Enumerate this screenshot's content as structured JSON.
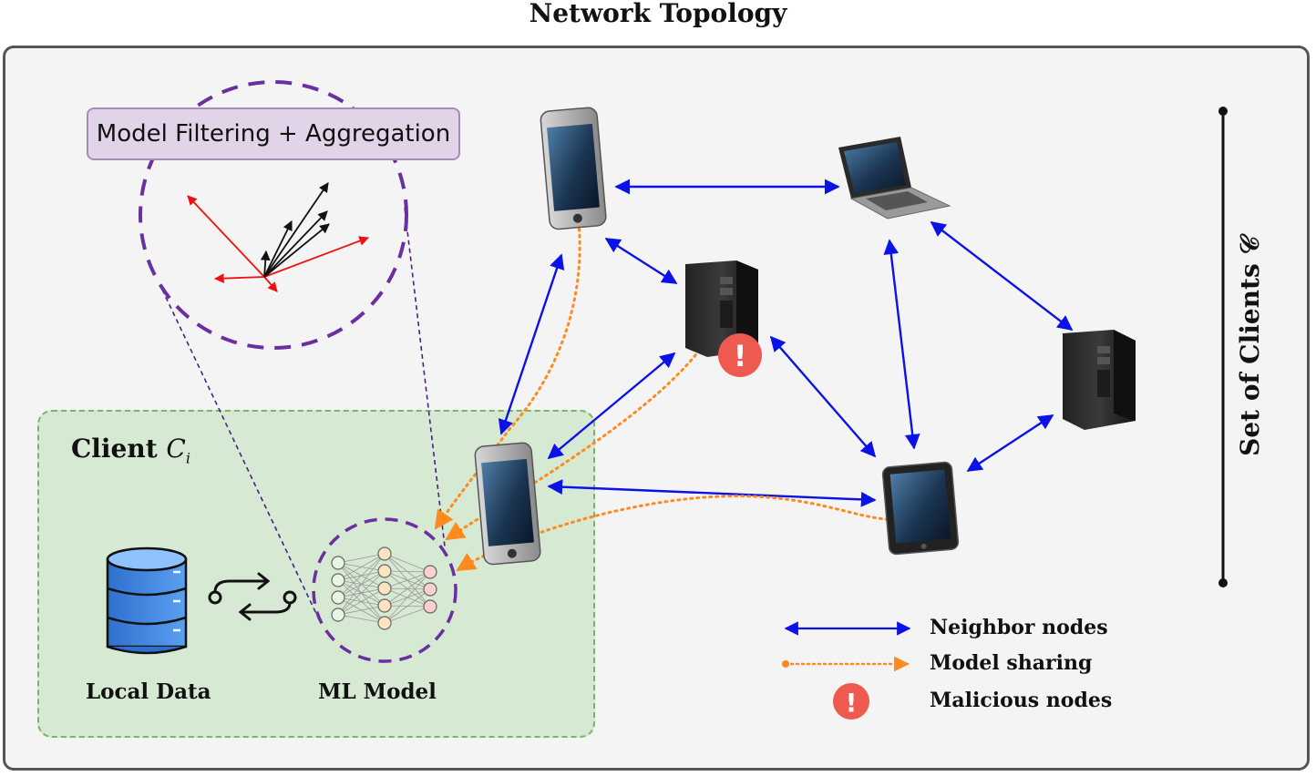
{
  "title": "Network Topology",
  "filter_label": "Model Filtering + Aggregation",
  "client": {
    "title_prefix": "Client",
    "title_symbol": "C",
    "title_sub": "i"
  },
  "local_data_label": "Local Data",
  "ml_model_label": "ML Model",
  "clients_set_label": "Set of Clients 𝒞",
  "legend": {
    "neighbor": "Neighbor nodes",
    "sharing": "Model sharing",
    "malicious": "Malicious nodes"
  },
  "malicious_mark": "!",
  "colors": {
    "neighbor": "#0a12e8",
    "sharing": "#ff8a1e",
    "malicious": "#ee5a4f",
    "lens": "#6a2fa0",
    "red_vector": "#ee1111",
    "black_vector": "#111111"
  },
  "icons": {
    "phone": "smartphone-icon",
    "laptop": "laptop-icon",
    "server": "server-tower-icon",
    "tablet": "tablet-icon",
    "database": "database-icon",
    "sync": "sync-arrows-icon",
    "nn": "neural-network-icon"
  }
}
